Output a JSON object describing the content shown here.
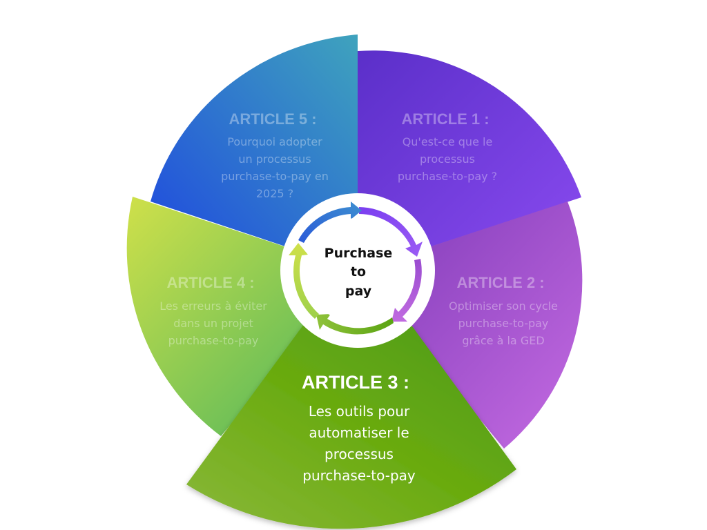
{
  "center": {
    "lines": [
      "Purchase",
      "to",
      "pay"
    ]
  },
  "articles": [
    {
      "title": "ARTICLE 1 :",
      "lines": [
        "Qu'est-ce que le",
        "processus",
        "purchase-to-pay ?"
      ],
      "active": false
    },
    {
      "title": "ARTICLE 2 :",
      "lines": [
        "Optimiser son cycle",
        "purchase-to-pay",
        "grâce à la GED"
      ],
      "active": false
    },
    {
      "title": "ARTICLE 3 :",
      "lines": [
        "Les outils pour",
        "automatiser le",
        "processus",
        "purchase-to-pay"
      ],
      "active": true
    },
    {
      "title": "ARTICLE 4 :",
      "lines": [
        "Les erreurs à éviter",
        "dans un projet",
        "purchase-to-pay"
      ],
      "active": false
    },
    {
      "title": "ARTICLE 5 :",
      "lines": [
        "Pourquoi adopter",
        "un processus",
        "purchase-to-pay en",
        "2025 ?"
      ],
      "active": false
    }
  ],
  "colors": {
    "article1": [
      "#5b2fc9",
      "#8a4bf0"
    ],
    "article2": [
      "#8b3fc0",
      "#c46ae0"
    ],
    "article3": [
      "#4f9a14",
      "#8ab83a"
    ],
    "article4": [
      "#c6dd4a",
      "#4fb85a"
    ],
    "article5": [
      "#2050d8",
      "#3aa0c0"
    ]
  }
}
